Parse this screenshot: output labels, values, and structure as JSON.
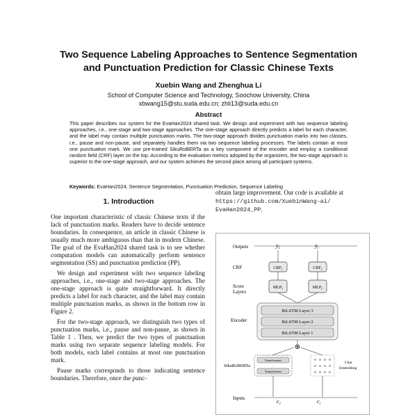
{
  "paper": {
    "title_line1": "Two Sequence Labeling Approaches to Sentence Segmentation",
    "title_line2": "and Punctuation Prediction for Classic Chinese Texts",
    "authors": "Xuebin Wang and Zhenghua Li",
    "affiliation": "School of Computer Science and Technology, Soochow University, China",
    "emails": "xbwang15@stu.suda.edu.cn; zhli13@suda.edu.cn",
    "abstract_heading": "Abstract",
    "abstract_text": "This paper describes our system for the EvaHan2024 shared task. We design and experiment with two sequence labeling approaches, i.e., one-stage and two-stage approaches. The one-stage approach directly predicts a label for each character, and the label may contain multiple punctuation marks. The two-stage approach divides punctuation marks into two classes, i.e., pause and non-pause, and separately handles them via two sequence labeling processes. The labels contain at most one punctuation mark. We use pre-trained SikuRoBERTa as a key component of the encoder and employ a conditional random field (CRF) layer on the top. According to the evaluation metrics adopted by the organizers, the two-stage approach is superior to the one-stage approach, and our system achieves the second place among all participant systems.",
    "keywords_label": "Keywords:",
    "keywords": " EvaHan2024, Sentence Segmentation, Punctuation Prediction, Sequence Labeling",
    "section_heading": "1.   Introduction",
    "para1": "One important characteristic of classic Chinese texts if the lack of punctuation marks. Readers have to decide sentence boundaries. In consequence, an article in classic Chinese is usually much more ambiguous than that in modern Chinese. The goal of the EvaHan2024 shared task is to see whether computation models can automatically perform sentence segmentation (SS) and punctuation prediction (PP).",
    "para2": "We design and experiment with two sequence labeling approaches, i.e., one-stage and two-stage approaches. The one-stage approach is quite straightforward. It directly predicts a label for each character, and the label may contain multiple punctuation marks, as shown in the bottom row in Figure 2.",
    "para3": "For the two-stage approach, we distinguish two types of punctuation marks, i.e., pause and non-pause, as shown in Table 1 . Then, we predict the two types of punctuation marks using two separate sequence labeling models. For both models, each label contains at most one punctuation mark.",
    "para4": "Pause marks corresponds to those indicating sentence boundaries. Therefore, once the punc-",
    "right_text": "obtain large improvement. Our code is available at ",
    "code_url_1": "https://github.com/XuebinWang-ai/",
    "code_url_2": "EvaHan2024_PP",
    "url_end": "."
  },
  "figure": {
    "row_outputs": "Outputs",
    "row_crf": "CRF",
    "row_score": "Score",
    "row_score2": "Layers",
    "row_encoder": "Encoder",
    "row_siku": "SikuRoBERTa",
    "row_inputs": "Inputs",
    "crf_1": "CRF",
    "crf_1_sub": "1",
    "crf_2": "CRF",
    "crf_2_sub": "2",
    "mlp_1": "MLP",
    "mlp_1_sub": "1",
    "mlp_2": "MLP",
    "mlp_2_sub": "2",
    "bilstm_3": "BiLSTM Layer 3",
    "bilstm_2": "BiLSTM Layer 2",
    "bilstm_1": "BiLSTM Layer 1",
    "transformer": "Transformers",
    "char_emb_1": "Char",
    "char_emb_2": "Embedding",
    "out_y": "y",
    "out_sub_1": "1",
    "out_sub_i": "i",
    "in_c": "c",
    "dash": "—",
    "plus": "⊕"
  }
}
